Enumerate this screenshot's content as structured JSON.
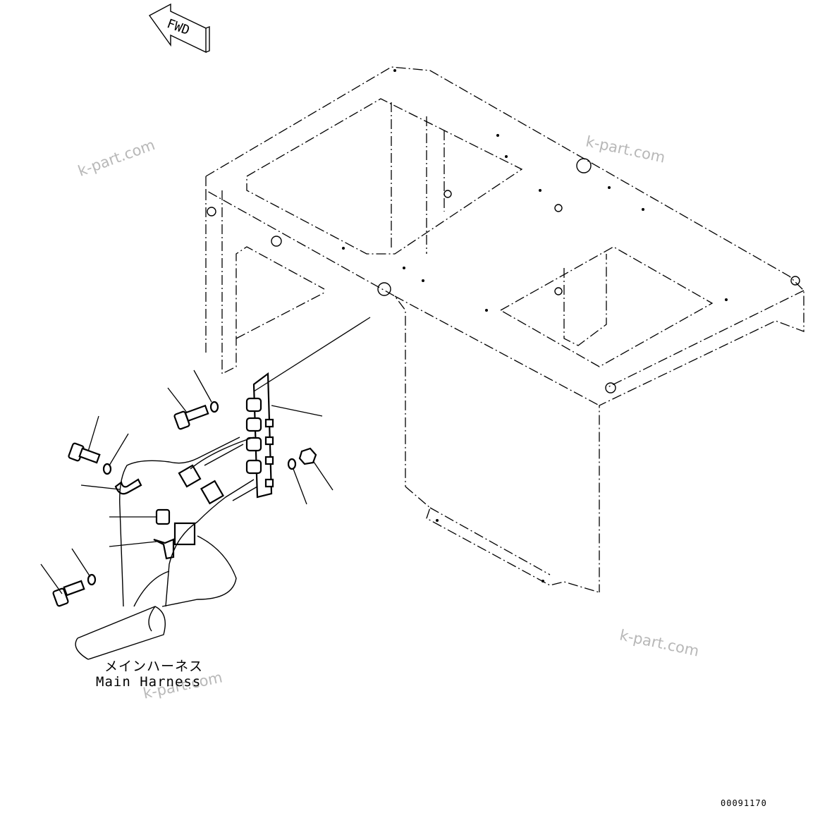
{
  "diagram": {
    "fwd_label": "FWD",
    "harness_label_jp": "メインハーネス",
    "harness_label_en": "Main Harness",
    "drawing_code": "00091170",
    "watermarks": [
      "k-part.com",
      "k-part.com",
      "k-part.com",
      "k-part.com"
    ]
  }
}
